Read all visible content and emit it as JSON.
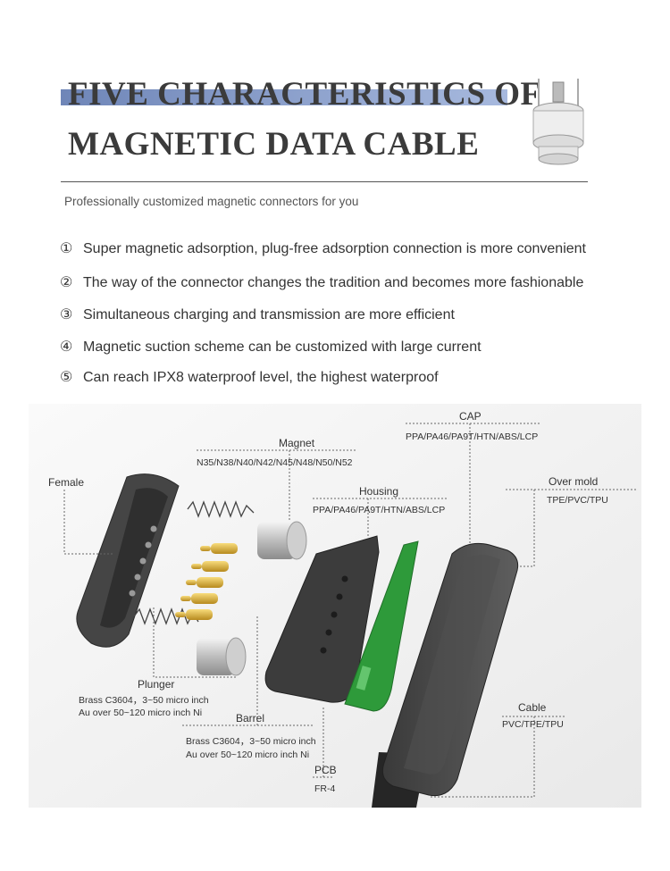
{
  "header": {
    "title_line1": "FIVE CHARACTERISTICS OF",
    "title_line2": "MAGNETIC DATA CABLE",
    "subtitle": "Professionally customized magnetic connectors for you"
  },
  "features": [
    {
      "num": "①",
      "text": "Super magnetic adsorption, plug-free adsorption connection is more convenient"
    },
    {
      "num": "②",
      "text": "The way of the connector changes the tradition and becomes more fashionable"
    },
    {
      "num": "③",
      "text": "Simultaneous charging and transmission are more efficient"
    },
    {
      "num": "④",
      "text": "Magnetic suction scheme can be customized with large current"
    },
    {
      "num": "⑤",
      "text": "Can reach IPX8 waterproof level, the highest waterproof"
    }
  ],
  "diagram": {
    "cap": {
      "name": "CAP",
      "spec": "PPA/PA46/PA9T/HTN/ABS/LCP"
    },
    "magnet": {
      "name": "Magnet",
      "spec": "N35/N38/N40/N42/N45/N48/N50/N52"
    },
    "housing": {
      "name": "Housing",
      "spec": "PPA/PA46/PA9T/HTN/ABS/LCP"
    },
    "over_mold": {
      "name": "Over mold",
      "spec": "TPE/PVC/TPU"
    },
    "female": {
      "name": "Female"
    },
    "plunger": {
      "name": "Plunger",
      "spec1": "Brass C3604，3~50 micro inch",
      "spec2": "Au over 50~120 micro inch Ni"
    },
    "barrel": {
      "name": "Barrel",
      "spec1": "Brass C3604，3~50 micro inch",
      "spec2": "Au over 50~120 micro inch Ni"
    },
    "cable": {
      "name": "Cable",
      "spec": "PVC/TPE/TPU"
    },
    "pcb": {
      "name": "PCB",
      "spec": "FR-4"
    }
  }
}
